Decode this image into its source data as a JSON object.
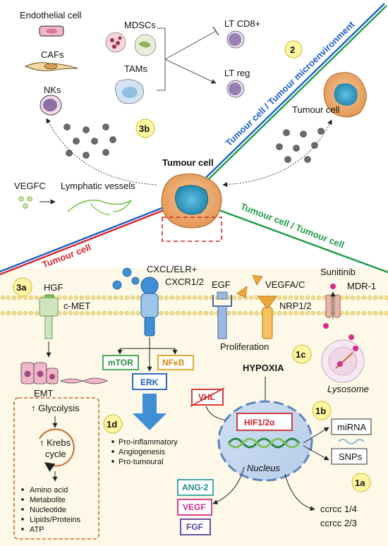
{
  "top": {
    "cells": {
      "endothelial": "Endothelial cell",
      "cafs": "CAFs",
      "nks": "NKs",
      "mdscs": "MDSCs",
      "tams": "TAMs",
      "lt_cd8": "LT CD8+",
      "lt_reg": "LT reg",
      "tumour_cell_right": "Tumour cell",
      "tumour_cell_center": "Tumour cell",
      "vegfc": "VEGFC",
      "lymphatic": "Lymphatic vessels"
    },
    "badges": {
      "b2": "2",
      "b3b": "3b"
    },
    "diagonals": {
      "blue_green": "Tumour cell / Tumour microenvironment",
      "red": "Tumour cell",
      "green": "Tumour cell / Tumour cell"
    }
  },
  "bottom": {
    "badges": {
      "b3a": "3a",
      "b1c": "1c",
      "b1d": "1d",
      "b1b": "1b",
      "b1a": "1a"
    },
    "receptors": {
      "hgf": "HGF",
      "cmet": "c-MET",
      "cxcl": "CXCL/ELR+",
      "cxcr": "CXCR1/2",
      "egf": "EGF",
      "vegfa": "VEGFA/C",
      "nrp": "NRP1/2",
      "sunitinib": "Sunitinib",
      "mdr": "MDR-1"
    },
    "emt": "EMT",
    "proliferation": "Proliferation",
    "lysosome": "Lysosome",
    "pathway": {
      "mtor": "mTOR",
      "nfkb": "NFκB",
      "erk": "ERK"
    },
    "effects": [
      "Pro-inflammatory",
      "Angiogenesis",
      "Pro-tumoural"
    ],
    "metabolism": {
      "glycolysis": "↑ Glycolysis",
      "krebs_1": "↑ Krebs",
      "krebs_2": "cycle",
      "items": [
        "Amino acid",
        "Metabolite",
        "Nucleotide",
        "Lipids/Proteins",
        "ATP"
      ]
    },
    "hypoxia": "HYPOXIA",
    "vhl": "VHL",
    "hif": "HIF1/2α",
    "nucleus": "Nucleus",
    "mirna": "miRNA",
    "snps": "SNPs",
    "targets": {
      "ang2": "ANG-2",
      "vegf": "VEGF",
      "fgf": "FGF"
    },
    "ccrcc": [
      "ccrcc 1/4",
      "ccrcc 2/3"
    ]
  }
}
